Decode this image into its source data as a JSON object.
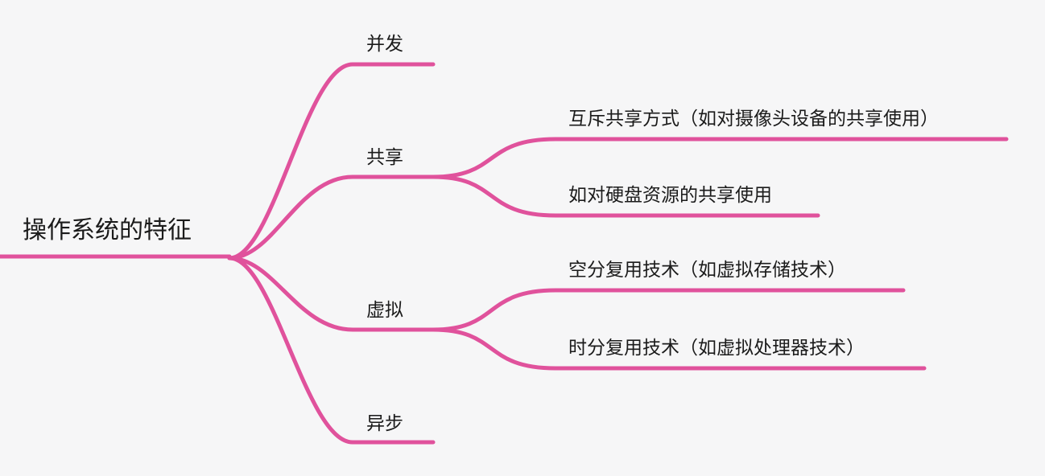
{
  "mindmap": {
    "root": "操作系统的特征",
    "branch_color": "#e0529c",
    "branches": [
      {
        "label": "并发",
        "children": []
      },
      {
        "label": "共享",
        "children": [
          {
            "label": "互斥共享方式（如对摄像头设备的共享使用）"
          },
          {
            "label": "如对硬盘资源的共享使用"
          }
        ]
      },
      {
        "label": "虚拟",
        "children": [
          {
            "label": "空分复用技术（如虚拟存储技术）"
          },
          {
            "label": "时分复用技术（如虚拟处理器技术）"
          }
        ]
      },
      {
        "label": "异步",
        "children": []
      }
    ]
  }
}
